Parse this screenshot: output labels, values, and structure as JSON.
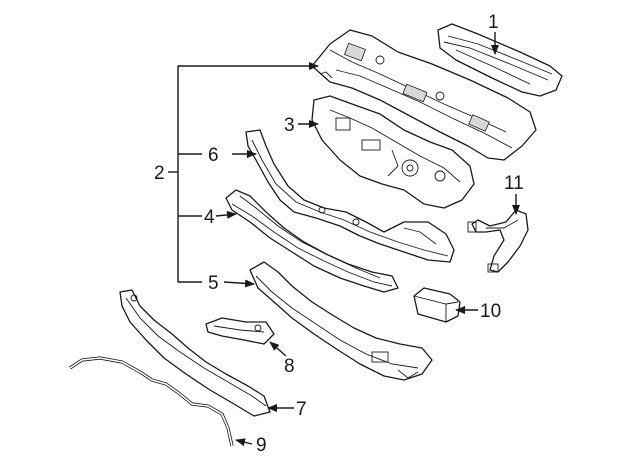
{
  "callouts": {
    "c1": "1",
    "c2": "2",
    "c3": "3",
    "c4": "4",
    "c5": "5",
    "c6": "6",
    "c7": "7",
    "c8": "8",
    "c9": "9",
    "c10": "10",
    "c11": "11"
  },
  "parts": [
    {
      "id": "1",
      "icon": "cowl-top-cover"
    },
    {
      "id": "2",
      "icon": "cowl-panel-assembly"
    },
    {
      "id": "3",
      "icon": "dash-insulator"
    },
    {
      "id": "4",
      "icon": "upper-cowl-panel"
    },
    {
      "id": "5",
      "icon": "lower-cowl-panel"
    },
    {
      "id": "6",
      "icon": "cowl-reinforcement"
    },
    {
      "id": "7",
      "icon": "side-extension"
    },
    {
      "id": "8",
      "icon": "bracket"
    },
    {
      "id": "9",
      "icon": "drain-hose"
    },
    {
      "id": "10",
      "icon": "seal-block"
    },
    {
      "id": "11",
      "icon": "wiring-harness"
    }
  ]
}
